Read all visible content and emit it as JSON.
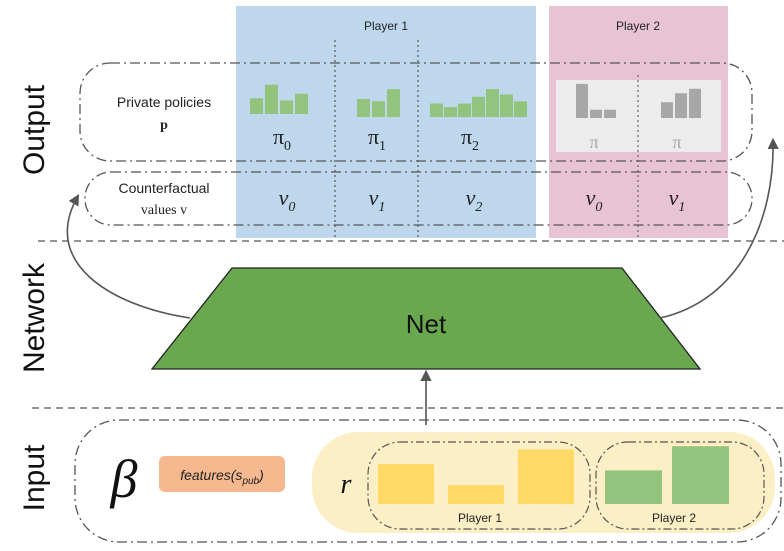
{
  "sections": {
    "output": "Output",
    "network": "Network",
    "input": "Input"
  },
  "output": {
    "player1_header": "Player 1",
    "player2_header": "Player 2",
    "policies_label_line1": "Private policies",
    "policies_label_line2": "p",
    "values_label_line1": "Counterfactual",
    "values_label_line2": "values v",
    "player1_policies": [
      {
        "symbol": "π",
        "sub": "0",
        "bars": [
          0.35,
          0.65,
          0.3,
          0.45
        ]
      },
      {
        "symbol": "π",
        "sub": "1",
        "bars": [
          0.4,
          0.35,
          0.62
        ]
      },
      {
        "symbol": "π",
        "sub": "2",
        "bars": [
          0.3,
          0.22,
          0.3,
          0.45,
          0.62,
          0.5,
          0.35
        ]
      }
    ],
    "player2_policies": [
      {
        "symbol": "π",
        "bars": [
          0.62,
          0.15,
          0.15
        ]
      },
      {
        "symbol": "π",
        "bars": [
          0.35,
          0.55,
          0.65
        ]
      }
    ],
    "player1_values": [
      {
        "symbol": "v",
        "sub": "0"
      },
      {
        "symbol": "v",
        "sub": "1"
      },
      {
        "symbol": "v",
        "sub": "2"
      }
    ],
    "player2_values": [
      {
        "symbol": "v",
        "sub": "0"
      },
      {
        "symbol": "v",
        "sub": "1"
      }
    ]
  },
  "network": {
    "label": "Net"
  },
  "input": {
    "beta": "β",
    "features_text": "features(s",
    "features_sub": "pub",
    "features_close": ")",
    "r": "r",
    "player1_label": "Player 1",
    "player2_label": "Player 2",
    "player1_bars": [
      0.38,
      0.18,
      0.52
    ],
    "player2_bars": [
      0.32,
      0.55
    ]
  },
  "colors": {
    "player1_bg": "#bed7ed",
    "player2_bg": "#e8c3d3",
    "policy_green": "#93c47d",
    "policy_gray": "#a7a7a7",
    "gray_box": "#ececec",
    "net_green": "#6aa84f",
    "input_bg": "#fcefc6",
    "feature_bg": "#f6b88f",
    "input_yellow": "#ffd966",
    "input_green": "#93c47d"
  }
}
